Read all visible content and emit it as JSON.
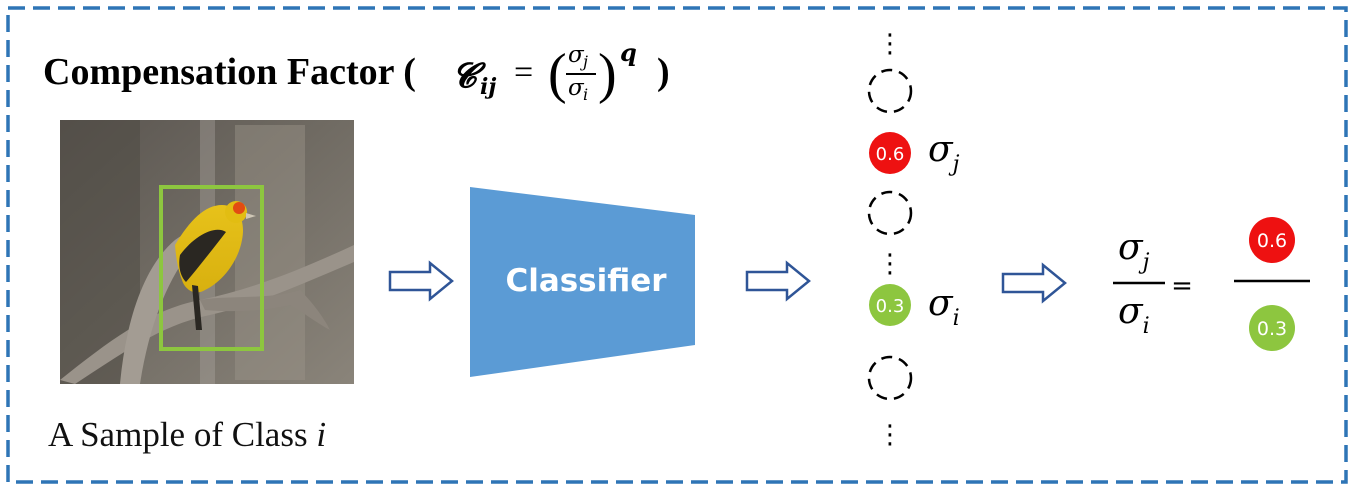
{
  "title": {
    "text": "Compensation Factor (",
    "formula_lhs": "𝓒",
    "formula_lhs_sub": "ij",
    "formula_eq": "=",
    "frac_num": "σ",
    "frac_num_sub": "j",
    "frac_den": "σ",
    "frac_den_sub": "i",
    "exponent": "q",
    "close": ")"
  },
  "caption": {
    "text": "A Sample of Class ",
    "class_var": "i"
  },
  "classifier": {
    "label": "Classifier",
    "color": "#5b9bd5"
  },
  "outputs": {
    "vertical_dots": "⋮",
    "node_j": {
      "value": "0.6",
      "color": "#ee1111",
      "sigma": "σ",
      "sub": "j"
    },
    "node_i": {
      "value": "0.3",
      "color": "#8dc63f",
      "sigma": "σ",
      "sub": "i"
    }
  },
  "ratio": {
    "num_sigma": "σ",
    "num_sub": "j",
    "den_sigma": "σ",
    "den_sub": "i",
    "equals": "=",
    "num_value": "0.6",
    "den_value": "0.3"
  },
  "colors": {
    "border": "#2e75b6",
    "arrow": "#2f5597",
    "bbox": "#8dc63f",
    "red": "#ee1111",
    "green": "#8dc63f"
  },
  "icons": {
    "arrow": "right-arrow-icon",
    "node": "circle-node-icon"
  }
}
